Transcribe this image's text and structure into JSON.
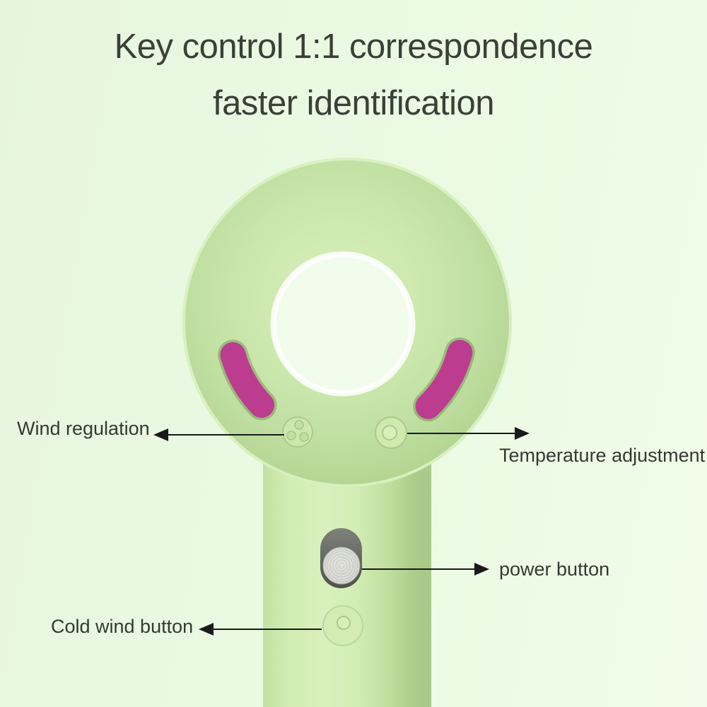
{
  "title": {
    "line1": "Key control 1:1 correspondence",
    "line2": "faster identification"
  },
  "figure": {
    "type": "product-callout-diagram",
    "product": "bladeless hair dryer",
    "colors": {
      "background": "#eaf8e2",
      "body_green": "#c9e6a9",
      "body_highlight": "#d8efbd",
      "slot_magenta": "#bc3d90",
      "switch_track_gray": "#60645c",
      "switch_knob_gray": "#d9dad5",
      "title_text": "#3a4038",
      "label_text": "#333a31",
      "arrow_black": "#1a1a1a"
    }
  },
  "annotations": [
    {
      "label": "Wind regulation",
      "side": "left",
      "target": "wind-speed-button",
      "icon": "fan-icon"
    },
    {
      "label": "Temperature adjustment",
      "side": "right",
      "target": "temperature-button",
      "icon": "dot-circle-icon"
    },
    {
      "label": "power button",
      "side": "right",
      "target": "power-slider",
      "icon": "slider-knob-icon"
    },
    {
      "label": "Cold wind button",
      "side": "left",
      "target": "cold-wind-button",
      "icon": "dot-circle-icon"
    }
  ]
}
